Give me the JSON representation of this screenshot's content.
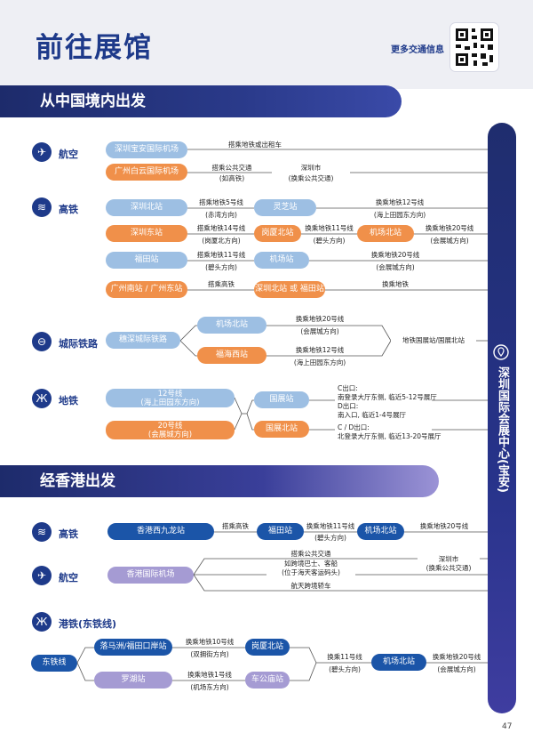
{
  "header": {
    "title": "前往展馆",
    "more": "更多交通信息"
  },
  "side": {
    "venue": "深圳国际会展中心(宝安)"
  },
  "page_number": "47",
  "s1": {
    "title": "从中国境内出发",
    "air": {
      "label": "航空",
      "p1": "深圳宝安国际机场",
      "p2": "广州白云国际机场",
      "l1": "搭乘地铁或出租车",
      "l2": "搭乘公共交通",
      "l2b": "(如高铁)",
      "l3": "深圳市",
      "l3b": "(换乘公共交通)"
    },
    "hsr": {
      "label": "高铁",
      "r1a": "深圳北站",
      "r1l": "搭乘地铁5号线",
      "r1lb": "(赤湾方向)",
      "r1b": "灵芝站",
      "r1r": "换乘地铁12号线",
      "r1rb": "(海上田园东方向)",
      "r2a": "深圳东站",
      "r2l": "搭乘地铁14号线",
      "r2lb": "(岗厦北方向)",
      "r2b": "岗厦北站",
      "r2m": "换乘地铁11号线",
      "r2mb": "(碧头方向)",
      "r2c": "机场北站",
      "r2r": "换乘地铁20号线",
      "r2rb": "(会展城方向)",
      "r3a": "福田站",
      "r3l": "搭乘地铁11号线",
      "r3lb": "(碧头方向)",
      "r3b": "机场站",
      "r3r": "换乘地铁20号线",
      "r3rb": "(会展城方向)",
      "r4a": "广州南站 / 广州东站",
      "r4l": "搭乘高铁",
      "r4b": "深圳北站 或 福田站",
      "r4r": "换乘地铁"
    },
    "icr": {
      "label": "城际铁路",
      "main": "穗深城际铁路",
      "p1": "机场北站",
      "p2": "福海西站",
      "l1": "换乘地铁20号线",
      "l1b": "(会展城方向)",
      "l2": "换乘地铁12号线",
      "l2b": "(海上田园东方向)",
      "end": "地铁国展站/国展北站"
    },
    "metro": {
      "label": "地铁",
      "p1": "12号线",
      "p1b": "(海上田园东方向)",
      "p2": "20号线",
      "p2b": "(会展城方向)",
      "s1": "国展站",
      "s2": "国展北站",
      "n1": "C出口:",
      "n2": "南登录大厅东侧, 临近5-12号展厅",
      "n3": "D出口:",
      "n4": "南入口, 临近1-4号展厅",
      "n5": "C / D出口:",
      "n6": "北登录大厅东侧, 临近13-20号展厅"
    }
  },
  "s2": {
    "title": "经香港出发",
    "hsr": {
      "label": "高铁",
      "a": "香港西九龙站",
      "l1": "搭乘高铁",
      "b": "福田站",
      "l2": "换乘地铁11号线",
      "l2b": "(碧头方向)",
      "c": "机场北站",
      "l3": "换乘地铁20号线"
    },
    "air": {
      "label": "航空",
      "a": "香港国际机场",
      "l1": "搭乘公共交通",
      "l2": "如跨境巴士、客船",
      "l2b": "(位于海天客运码头)",
      "l3": "航天跨境轿车",
      "d": "深圳市",
      "db": "(换乘公共交通)"
    },
    "mtr": {
      "label": "港铁(东铁线)",
      "main": "东铁线",
      "a": "落马洲/福田口岸站",
      "b": "罗湖站",
      "la": "换乘地铁10号线",
      "lab": "(双拥街方向)",
      "lb": "换乘地铁1号线",
      "lbb": "(机场东方向)",
      "c": "岗厦北站",
      "d": "车公庙站",
      "lc": "换乘11号线",
      "lcb": "(碧头方向)",
      "e": "机场北站",
      "le": "换乘地铁20号线",
      "leb": "(会展城方向)"
    }
  }
}
